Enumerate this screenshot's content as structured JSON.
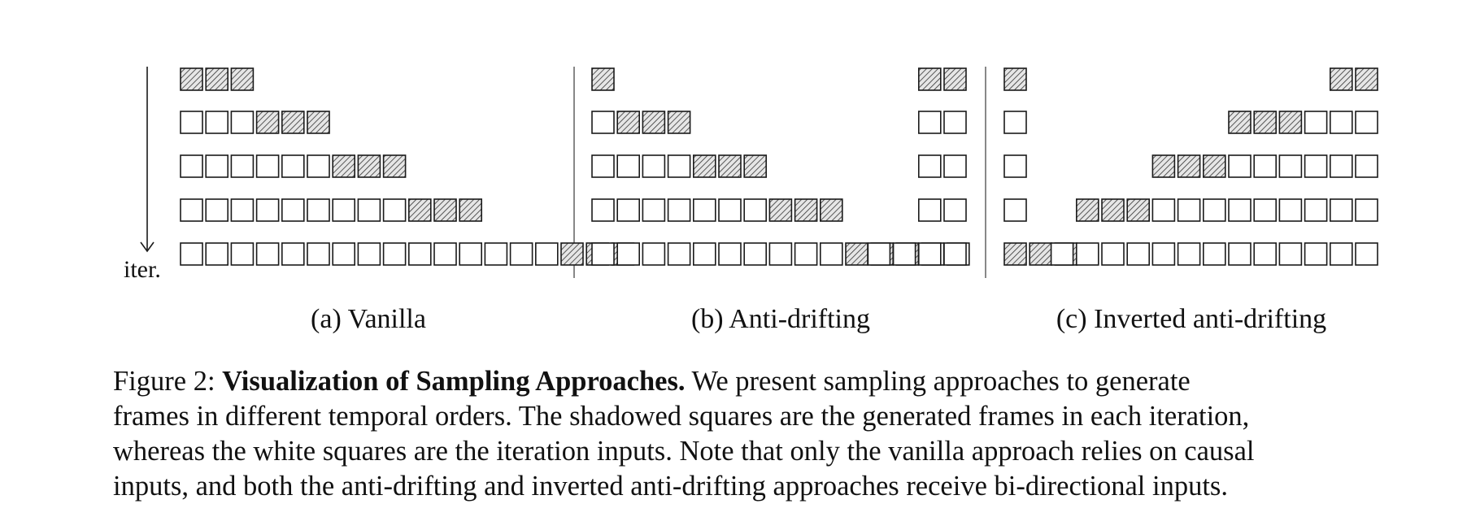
{
  "figure": {
    "iter_label": "iter.",
    "panels": [
      {
        "caption": "(a) Vanilla",
        "align": "left",
        "rows": [
          "sss",
          "wwwsss",
          "wwwwwwsss",
          "wwwwwwwwwsss",
          "wwwwwwwwwwwwwwwsss"
        ]
      },
      {
        "caption": "(b) Anti-drifting",
        "align": "split",
        "rows": [
          {
            "left": "s",
            "right": "ss"
          },
          {
            "left": "wsss",
            "right": "ww"
          },
          {
            "left": "wwwwsss",
            "right": "ww"
          },
          {
            "left": "wwwwwwwsss",
            "right": "ww"
          },
          {
            "left": "wwwwwwwwwwsssww",
            "right": "wwww"
          }
        ]
      },
      {
        "caption": "(c) Inverted anti-drifting",
        "align": "split",
        "rows": [
          {
            "left": "s",
            "right": "ss"
          },
          {
            "left": "w",
            "right": "ssswww"
          },
          {
            "left": "w",
            "right": "ssswwwwww"
          },
          {
            "left": "w",
            "right": "ssswwwwwwwww"
          },
          {
            "left": "sss",
            "right": "wwwwwwwwwwwww"
          }
        ]
      }
    ],
    "colors": {
      "stroke": "#1a1a1a",
      "hatch": "#333333",
      "fill": "#e6e6e6"
    }
  },
  "caption": {
    "label": "Figure 2:",
    "title": "Visualization of Sampling Approaches.",
    "line1_rest": "We present sampling approaches to generate",
    "line2": "frames in different temporal orders. The shadowed squares are the generated frames in each iteration,",
    "line3": "whereas the white squares are the iteration inputs. Note that only the vanilla approach relies on causal",
    "line4": "inputs, and both the anti-drifting and inverted anti-drifting approaches receive bi-directional inputs."
  }
}
